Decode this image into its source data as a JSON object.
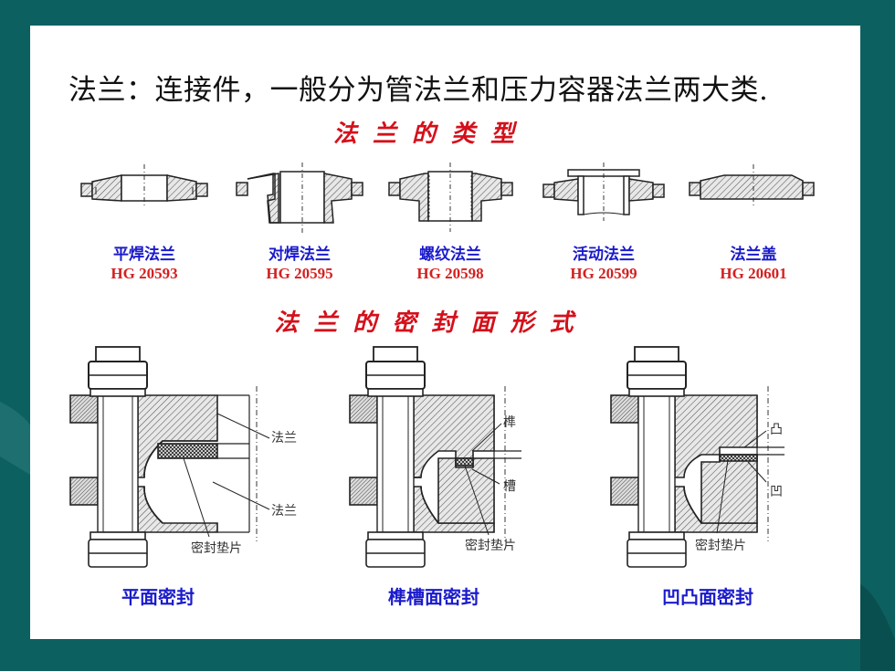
{
  "headline": "法兰：连接件，一般分为管法兰和压力容器法兰两大类.",
  "flange_types_title": "法 兰 的 类 型",
  "flange_types": [
    {
      "name": "平焊法兰",
      "standard": "HG 20593"
    },
    {
      "name": "对焊法兰",
      "standard": "HG 20595"
    },
    {
      "name": "螺纹法兰",
      "standard": "HG 20598"
    },
    {
      "name": "活动法兰",
      "standard": "HG 20599"
    },
    {
      "name": "法兰盖",
      "standard": "HG 20601"
    }
  ],
  "sealing_title": "法 兰 的 密 封 面 形 式",
  "seal_diagrams": [
    {
      "caption": "平面密封",
      "labels": {
        "top": "法兰",
        "bottom": "法兰",
        "gasket": "密封垫片"
      }
    },
    {
      "caption": "榫槽面密封",
      "labels": {
        "top": "榫",
        "bottom": "槽",
        "gasket": "密封垫片"
      }
    },
    {
      "caption": "凹凸面密封",
      "labels": {
        "top": "凸",
        "bottom": "凹",
        "gasket": "密封垫片"
      }
    }
  ],
  "colors": {
    "background": "#0d6060",
    "slide": "#ffffff",
    "heading_red": "#d4101a",
    "label_blue": "#1a1acc",
    "standard_red": "#d42020"
  }
}
